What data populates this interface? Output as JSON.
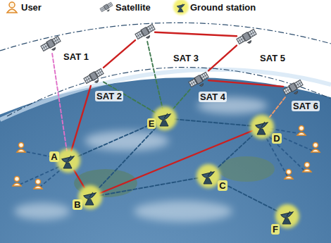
{
  "diagram": {
    "nodes": [
      {
        "text": [
          "SAT 1"
        ]
      },
      {
        "text": [
          "SAT 2"
        ]
      },
      {
        "text": [
          "SAT 3"
        ]
      },
      {
        "text": [
          "SAT 4"
        ]
      },
      {
        "text": [
          "SAT 5"
        ]
      },
      {
        "text": [
          "SAT 6"
        ]
      },
      {
        "text": [
          "A"
        ]
      },
      {
        "text": [
          "B"
        ]
      },
      {
        "text": [
          "C"
        ]
      },
      {
        "text": [
          "D"
        ]
      },
      {
        "text": [
          "E"
        ]
      },
      {
        "text": [
          "F"
        ]
      }
    ],
    "edges": [
      {
        "from": 0,
        "to": 6,
        "arrow": "none"
      },
      {
        "from": 1,
        "to": 6,
        "arrow": "none"
      },
      {
        "from": 1,
        "to": 2,
        "arrow": "none"
      },
      {
        "from": 2,
        "to": 4,
        "arrow": "none"
      },
      {
        "from": 3,
        "to": 4,
        "arrow": "none"
      },
      {
        "from": 3,
        "to": 5,
        "arrow": "none"
      },
      {
        "from": 5,
        "to": 9,
        "arrow": "none"
      },
      {
        "from": 1,
        "to": 10,
        "arrow": "none"
      },
      {
        "from": 2,
        "to": 10,
        "arrow": "none"
      },
      {
        "from": 3,
        "to": 10,
        "arrow": "none"
      },
      {
        "from": 6,
        "to": 10,
        "arrow": "none"
      },
      {
        "from": 6,
        "to": 7,
        "arrow": "none"
      },
      {
        "from": 7,
        "to": 9,
        "arrow": "none"
      },
      {
        "from": 7,
        "to": 10,
        "arrow": "none"
      },
      {
        "from": 10,
        "to": 9,
        "arrow": "none"
      },
      {
        "from": 7,
        "to": 8,
        "arrow": "none"
      },
      {
        "from": 8,
        "to": 9,
        "arrow": "none"
      },
      {
        "from": 8,
        "to": 11,
        "arrow": "none"
      }
    ],
    "legend": [
      {
        "text": "User"
      },
      {
        "text": "Satellite"
      },
      {
        "text": "Ground station"
      }
    ]
  }
}
